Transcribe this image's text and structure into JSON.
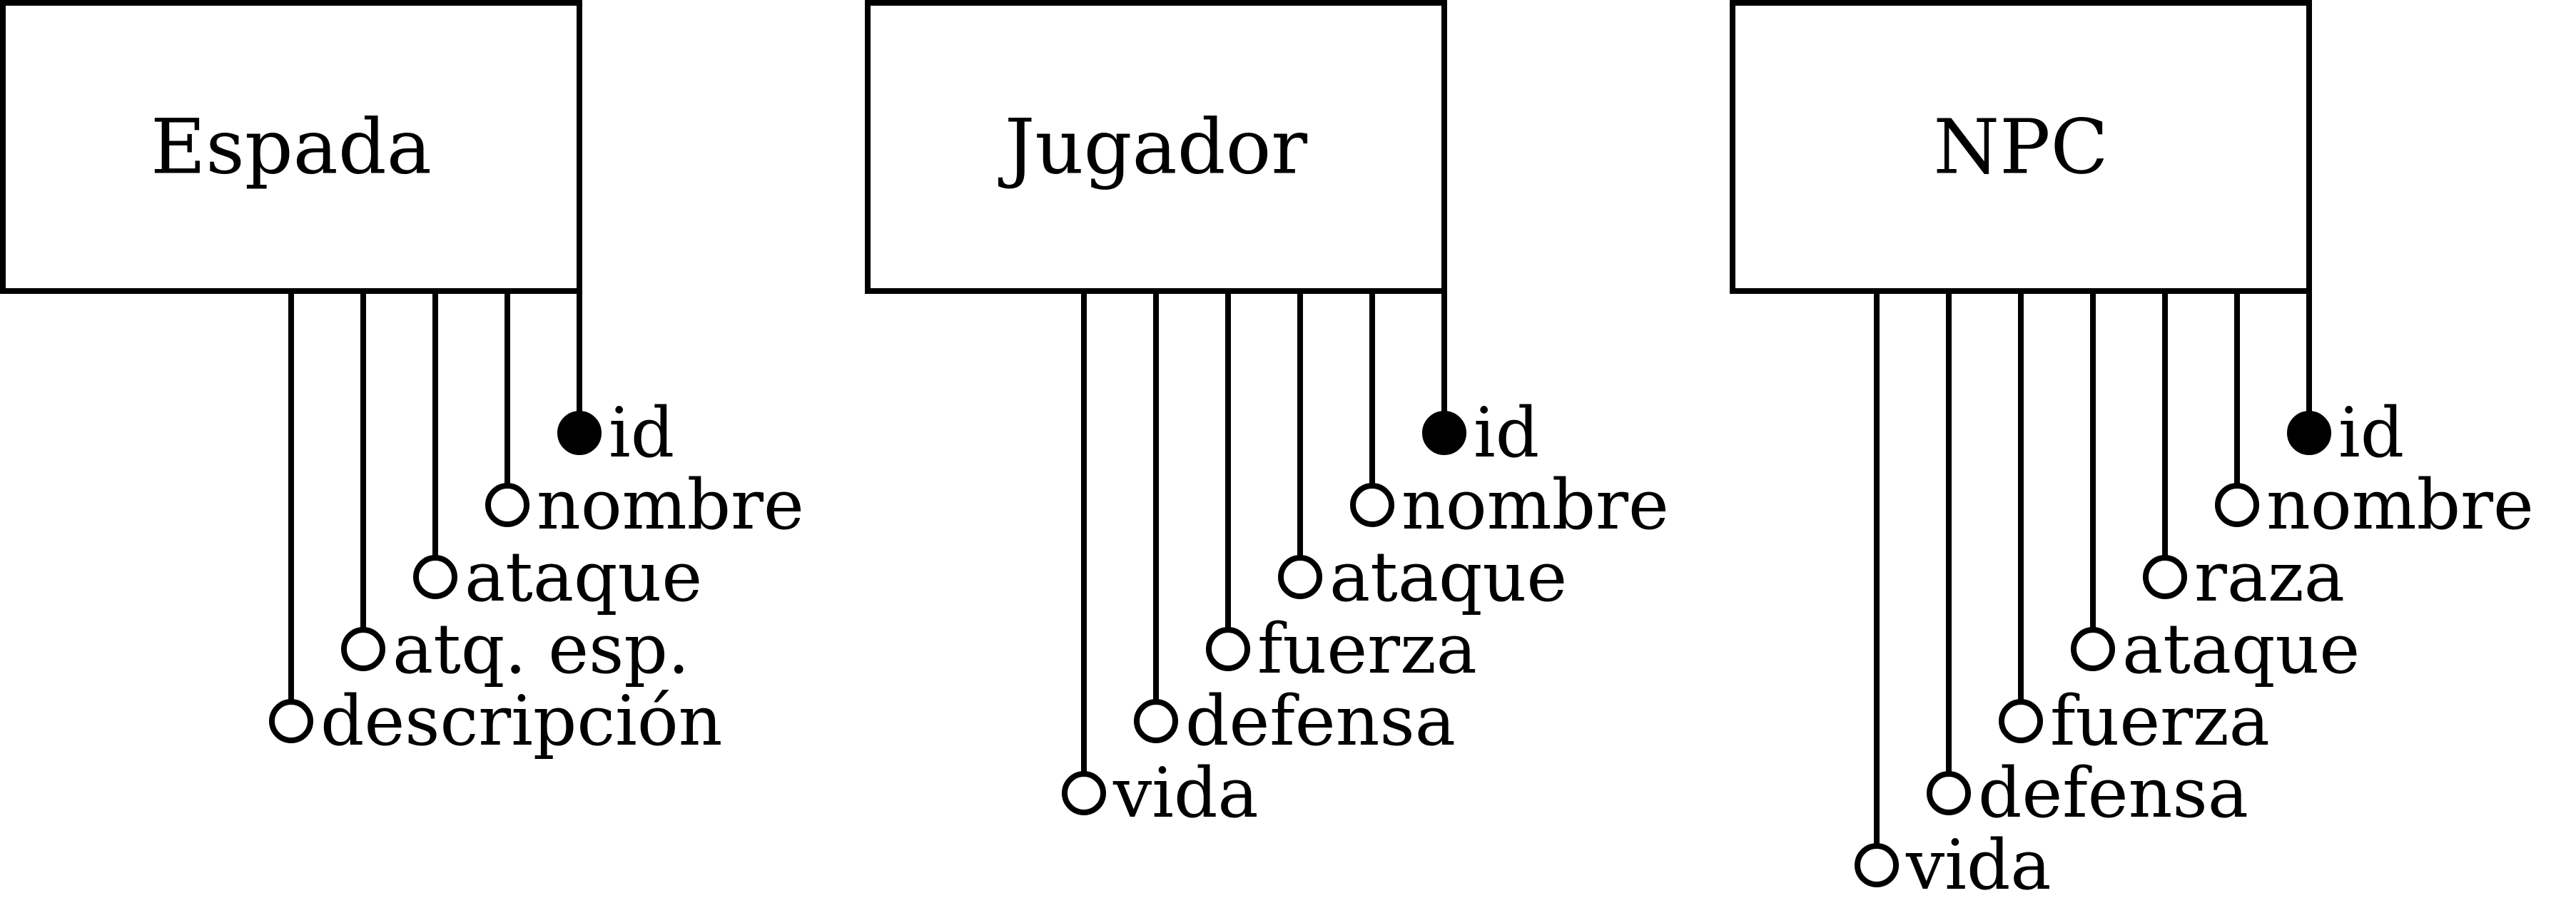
{
  "diagram": {
    "type": "entity-attributes",
    "colors": {
      "stroke": "#000000",
      "background": "#ffffff",
      "key_marker": "#000000",
      "attribute_marker": "#ffffff"
    },
    "entities": [
      {
        "name": "Espada",
        "attributes": [
          {
            "label": "id",
            "key": true
          },
          {
            "label": "nombre",
            "key": false
          },
          {
            "label": "ataque",
            "key": false
          },
          {
            "label": "atq. esp.",
            "key": false
          },
          {
            "label": "descripción",
            "key": false
          }
        ]
      },
      {
        "name": "Jugador",
        "attributes": [
          {
            "label": "id",
            "key": true
          },
          {
            "label": "nombre",
            "key": false
          },
          {
            "label": "ataque",
            "key": false
          },
          {
            "label": "fuerza",
            "key": false
          },
          {
            "label": "defensa",
            "key": false
          },
          {
            "label": "vida",
            "key": false
          }
        ]
      },
      {
        "name": "NPC",
        "attributes": [
          {
            "label": "id",
            "key": true
          },
          {
            "label": "nombre",
            "key": false
          },
          {
            "label": "raza",
            "key": false
          },
          {
            "label": "ataque",
            "key": false
          },
          {
            "label": "fuerza",
            "key": false
          },
          {
            "label": "defensa",
            "key": false
          },
          {
            "label": "vida",
            "key": false
          }
        ]
      }
    ]
  }
}
